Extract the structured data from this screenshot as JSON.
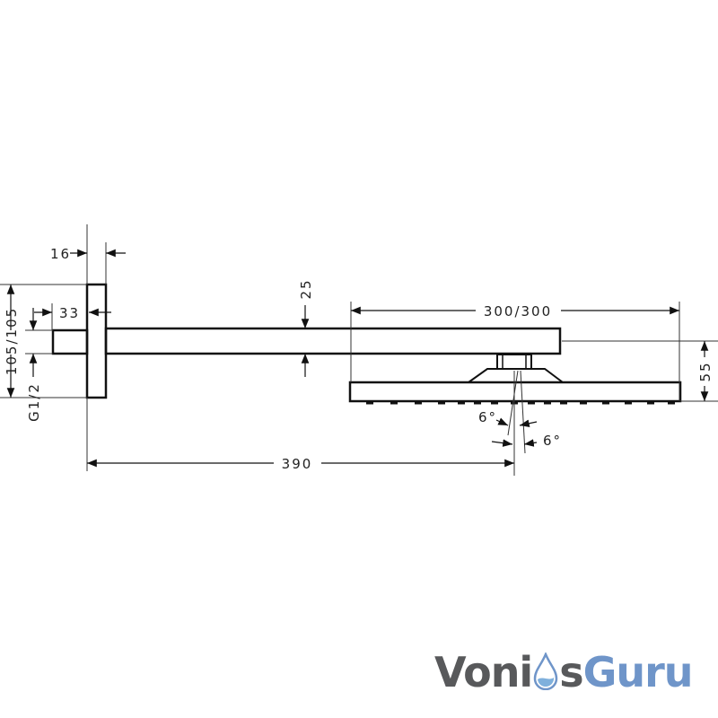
{
  "dimensions": {
    "plate_depth": "16",
    "plate_height": "105/105",
    "thread": "G1/2",
    "inlet_offset": "33",
    "arm_height": "25",
    "head_size": "300/300",
    "head_height": "55",
    "arm_length": "390",
    "tilt_left": "6°",
    "tilt_right": "6°"
  },
  "logo": {
    "part1": "Voni",
    "part2": "s",
    "part3": "Guru",
    "color_dark": "#58595b",
    "color_blue": "#6f95c9"
  }
}
